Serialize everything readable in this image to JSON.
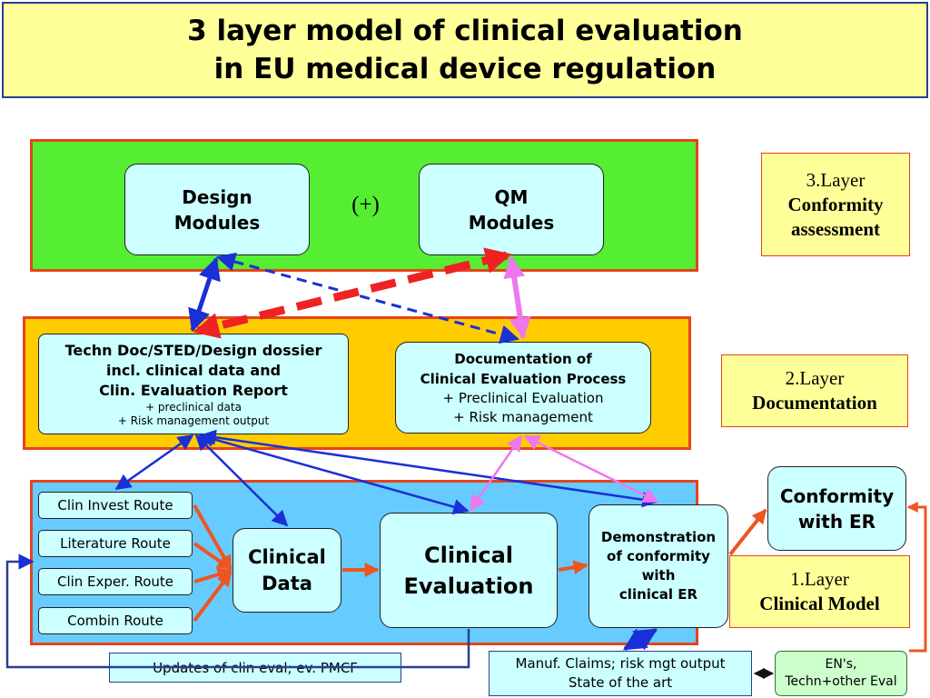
{
  "title": {
    "line1": "3 layer model of clinical evaluation",
    "line2": "in EU medical device regulation"
  },
  "layer3": {
    "modules": {
      "design": {
        "line1": "Design",
        "line2": "Modules"
      },
      "plus": "(+)",
      "qm": {
        "line1": "QM",
        "line2": "Modules"
      }
    },
    "label": {
      "line1": "3.Layer",
      "line2": "Conformity",
      "line3": "assessment"
    }
  },
  "layer2": {
    "techn_doc": {
      "line1": "Techn Doc/STED/Design dossier",
      "line2": "incl. clinical data and",
      "line3": "Clin. Evaluation Report",
      "line4": "+ preclinical data",
      "line5": "+ Risk management output"
    },
    "documentation": {
      "line1": "Documentation of",
      "line2": "Clinical Evaluation Process",
      "line3": "+ Preclinical Evaluation",
      "line4": "+ Risk management"
    },
    "label": {
      "line1": "2.Layer",
      "line2": "Documentation"
    }
  },
  "layer1": {
    "routes": [
      "Clin Invest Route",
      "Literature Route",
      "Clin Exper. Route",
      "Combin Route"
    ],
    "clinical_data": {
      "line1": "Clinical",
      "line2": "Data"
    },
    "clinical_evaluation": {
      "line1": "Clinical",
      "line2": "Evaluation"
    },
    "demonstration": {
      "line1": "Demonstration",
      "line2": "of conformity",
      "line3": "with",
      "line4": "clinical ER"
    },
    "conformity_er": {
      "line1": "Conformity",
      "line2": "with ER"
    },
    "label": {
      "line1": "1.Layer",
      "line2": "Clinical Model"
    }
  },
  "bottom": {
    "updates": "Updates of clin eval; ev. PMCF",
    "claims": {
      "line1": "Manuf. Claims; risk mgt output",
      "line2": "State of the art"
    },
    "ens": {
      "line1": "EN's,",
      "line2": "Techn+other Eval"
    }
  },
  "colors": {
    "title_bg": "#ffff99",
    "layer3_bg": "#55ee33",
    "layer2_bg": "#ffcc00",
    "layer1_bg": "#66ccff",
    "box_bg": "#ccffff",
    "band_border": "#e8431b",
    "arrow_blue": "#1a2fd6",
    "arrow_red": "#ee2222",
    "arrow_pink": "#ee77ee",
    "arrow_orange": "#ee5522",
    "ens_bg": "#ccffcc"
  }
}
